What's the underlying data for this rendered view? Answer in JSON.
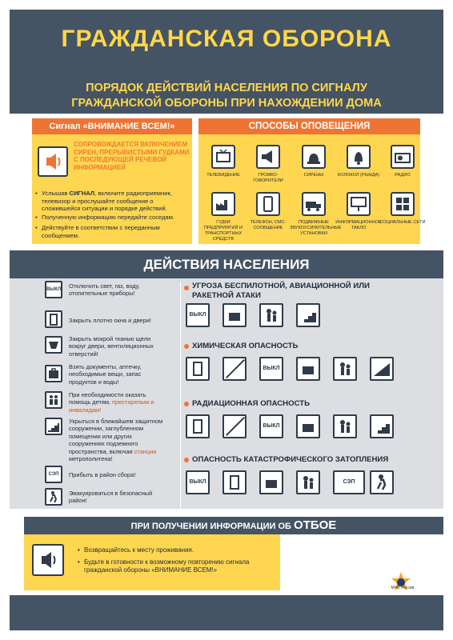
{
  "header": {
    "title": "ГРАЖДАНСКАЯ ОБОРОНА",
    "subtitle_line1": "ПОРЯДОК ДЕЙСТВИЙ НАСЕЛЕНИЯ ПО СИГНАЛУ",
    "subtitle_line2": "ГРАЖДАНСКОЙ ОБОРОНЫ ПРИ НАХОЖДЕНИИ ДОМА"
  },
  "signal": {
    "title": "Сигнал «ВНИМАНИЕ ВСЕМ!»",
    "description": "СОПРОВОЖДАЕТСЯ ВКЛЮЧЕНИЕМ СИРЕН, ПРЕРЫВИСТЫМИ ГУДКАМИ С ПОСЛЕДУЮЩЕЙ РЕЧЕВОЙ ИНФОРМАЦИЕЙ",
    "b1_pre": "Услышав ",
    "b1_bold": "СИГНАЛ",
    "b1_post": ", включите радиоприемник, телевизор и прослушайте сообщение о сложившейся ситуации и порядке действий.",
    "b2": "Полученную информацию передайте соседям.",
    "b3": "Действуйте в соответствии с переданным сообщением."
  },
  "notify": {
    "title": "СПОСОБЫ ОПОВЕЩЕНИЯ",
    "items": [
      "ТЕЛЕВИДЕНИЕ",
      "ГРОМКО-ГОВОРИТЕЛИ",
      "СИРЕНЫ",
      "КОЛОКОЛ (РЫНДА)",
      "РАДИО",
      "ГУДКИ ПРЕДПРИЯТИЙ И ТРАНСПОРТНЫХ СРЕДСТВ",
      "ТЕЛЕФОН, СМС-СООБЩЕНИЕ",
      "ПОДВИЖНЫЕ ЗВУКОУСИЛИТЕЛЬНЫЕ УСТАНОВКИ",
      "ИНФОРМАЦИОННОЕ ТАБЛО",
      "СОЦИАЛЬНЫЕ СЕТИ"
    ]
  },
  "actions": {
    "title": "ДЕЙСТВИЯ НАСЕЛЕНИЯ",
    "icon_off": "ВЫКЛ",
    "icon_evac": "СЭП",
    "a1": "Отключить свет, газ, воду, отопительные приборы!",
    "a2": "Закрыть плотно окна и двери!",
    "a3": "Закрыть мокрой тканью щели вокруг двери, вентиляционных отверстий!",
    "a4": "Взять документы, аптечку, необходимые вещи, запас продуктов и воды!",
    "a5_pre": "При необходимости оказать помощь детям, ",
    "a5_hl": "престарелым и инвалидам!",
    "a6_pre": "Укрыться в ближайшем защитном сооружении, заглубленном помещении или других сооружениях подземного пространства, включая ",
    "a6_hl": "станции",
    "a6_post": " метрополитена!",
    "a7": "Прибыть в район сбора!",
    "a8": "Эвакуироваться в безопасный район!"
  },
  "hazards": {
    "h1": "УГРОЗА БЕСПИЛОТНОЙ, АВИАЦИОННОЙ ИЛИ РАКЕТНОЙ АТАКИ",
    "h2": "ХИМИЧЕСКАЯ ОПАСНОСТЬ",
    "h3": "РАДИАЦИОННАЯ ОПАСНОСТЬ",
    "h4": "ОПАСНОСТЬ КАТАСТРОФИЧЕСКОГО ЗАТОПЛЕНИЯ"
  },
  "otboy": {
    "pre": "ПРИ ПОЛУЧЕНИИ ИНФОРМАЦИИ ОБ ",
    "big": "ОТБОЕ",
    "b1": "Возвращайтесь к месту проживания.",
    "b2": "Будьте в готовности к возможному повторению сигнала гражданской обороны «ВНИМАНИЕ ВСЕМ!»"
  },
  "logo": {
    "caption": "МЧС России"
  },
  "colors": {
    "dark": "#455464",
    "accent": "#ef7434",
    "yellow": "#ffd650",
    "title": "#ffd74a"
  }
}
